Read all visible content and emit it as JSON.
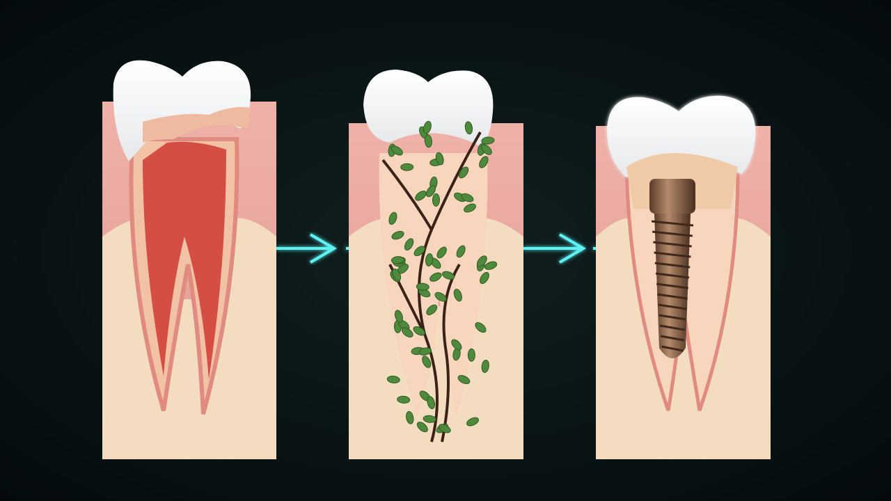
{
  "stages": [
    {
      "id": "infected-tooth",
      "pulp_color": "#d2413c"
    },
    {
      "id": "regenerating-tooth",
      "vine_color": "#3a2218",
      "leaf_color": "#4f8a3c"
    },
    {
      "id": "implant-tooth",
      "implant_color": "#8a6248"
    }
  ],
  "colors": {
    "background": "#081214",
    "gum": "#e7a39b",
    "bone": "#f3dcc0",
    "enamel": "#ffffff",
    "dentin": "#f2c2a4",
    "arrow": "#5ff2f4"
  }
}
